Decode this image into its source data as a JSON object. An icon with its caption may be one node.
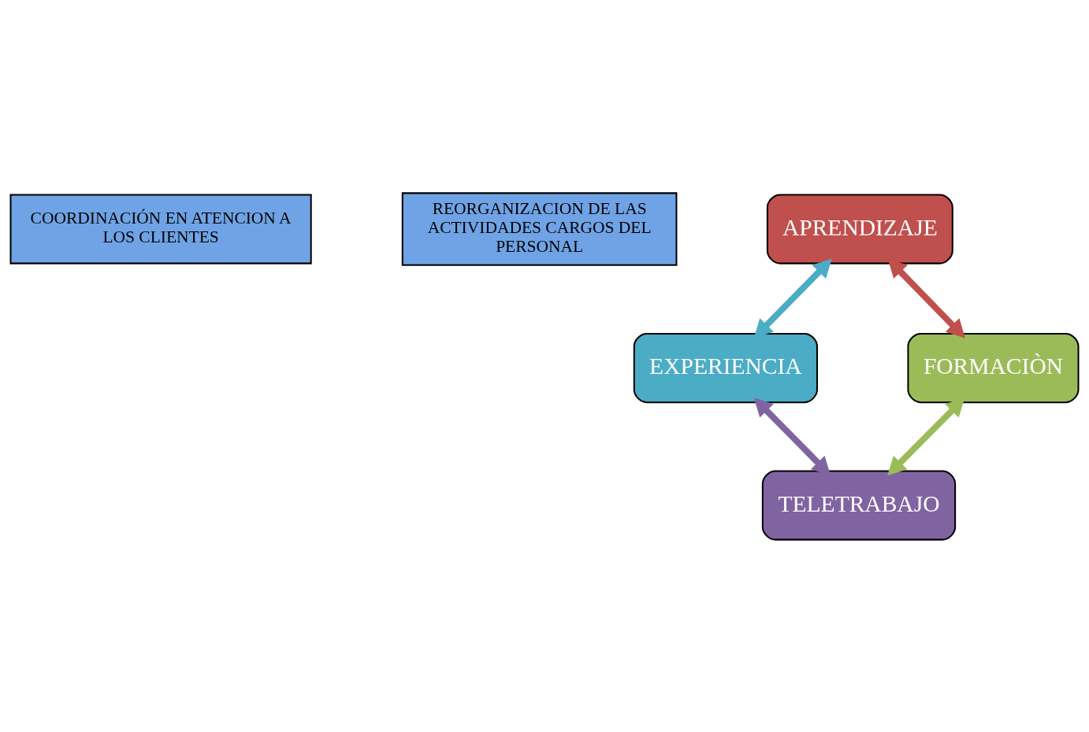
{
  "diagram": {
    "nodes": [
      {
        "text": [
          "COORDINACIÓN EN ATENCION A LOS CLIENTES"
        ]
      },
      {
        "text": [
          "REORGANIZACION DE LAS ACTIVIDADES CARGOS DEL PERSONAL"
        ]
      },
      {
        "text": [
          "APRENDIZAJE"
        ]
      },
      {
        "text": [
          "EXPERIENCIA"
        ]
      },
      {
        "text": [
          "FORMACIÒN"
        ]
      },
      {
        "text": [
          "TELETRABAJO"
        ]
      }
    ],
    "edges": [
      {
        "from": 2,
        "to": 3,
        "arrow": "both",
        "color": "#4bacc6"
      },
      {
        "from": 2,
        "to": 4,
        "arrow": "both",
        "color": "#c0504d"
      },
      {
        "from": 3,
        "to": 5,
        "arrow": "both",
        "color": "#8064a2"
      },
      {
        "from": 4,
        "to": 5,
        "arrow": "both",
        "color": "#9bbb59"
      }
    ]
  }
}
